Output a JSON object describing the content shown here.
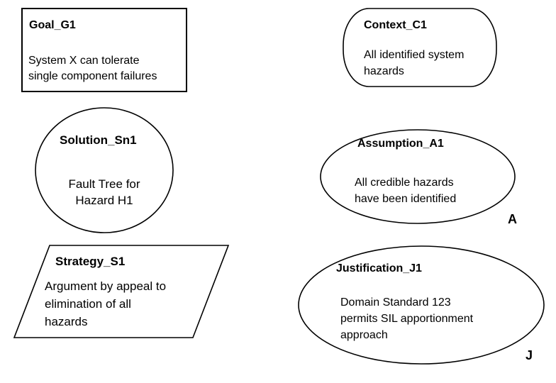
{
  "diagram": {
    "type": "GSN notation legend",
    "nodes": [
      {
        "kind": "goal",
        "shape": "rectangle",
        "id": "Goal_G1",
        "text": [
          "System X can tolerate",
          "single component failures"
        ]
      },
      {
        "kind": "context",
        "shape": "rounded-rectangle",
        "id": "Context_C1",
        "text": [
          "All identified system",
          "hazards"
        ]
      },
      {
        "kind": "solution",
        "shape": "circle",
        "id": "Solution_Sn1",
        "text": [
          "Fault Tree for",
          "Hazard H1"
        ]
      },
      {
        "kind": "assumption",
        "shape": "ellipse",
        "id": "Assumption_A1",
        "text": [
          "All credible hazards",
          "have been identified"
        ],
        "marker": "A"
      },
      {
        "kind": "strategy",
        "shape": "parallelogram",
        "id": "Strategy_S1",
        "text": [
          "Argument by appeal to",
          "elimination of all",
          "hazards"
        ]
      },
      {
        "kind": "justification",
        "shape": "ellipse",
        "id": "Justification_J1",
        "text": [
          "Domain Standard 123",
          "permits SIL apportionment",
          "approach"
        ],
        "marker": "J"
      }
    ],
    "colors": {
      "stroke": "#000000",
      "fill": "#ffffff",
      "text": "#000000"
    }
  }
}
